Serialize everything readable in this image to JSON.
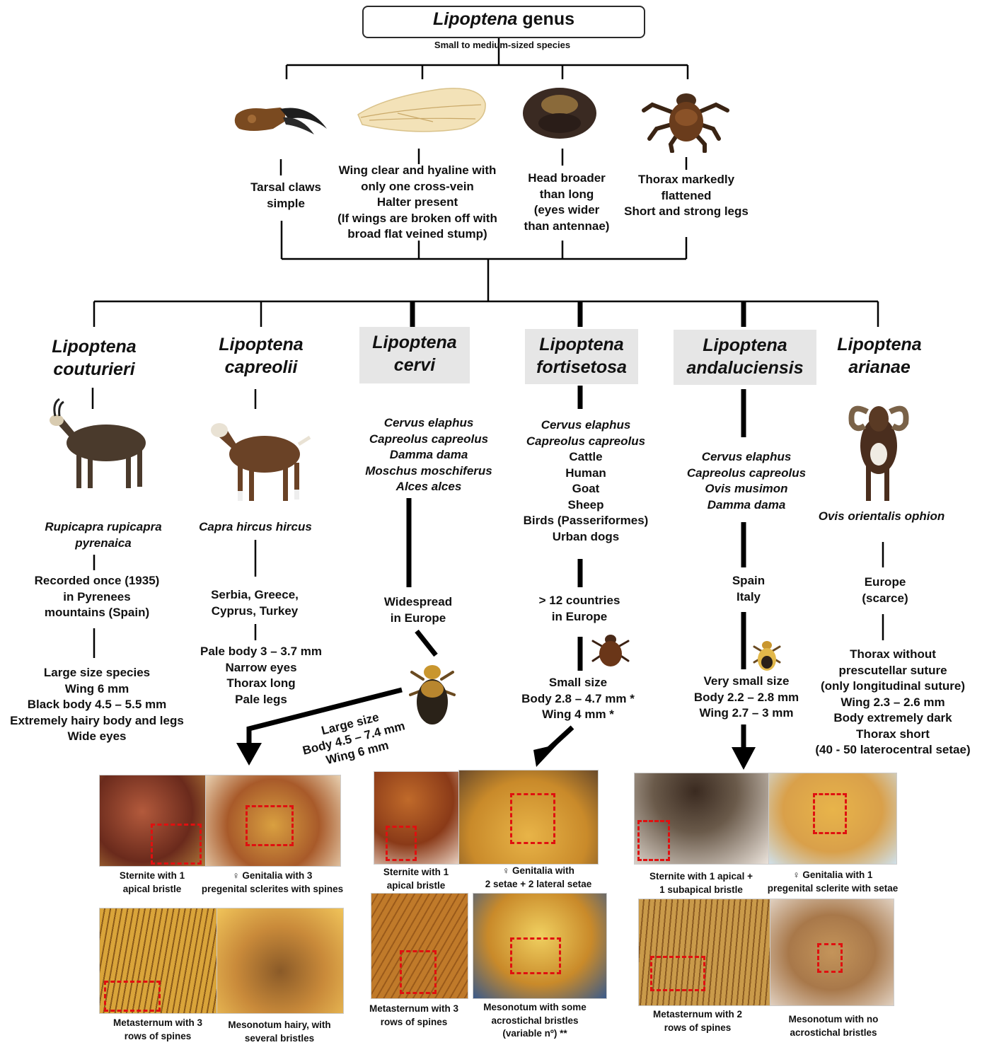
{
  "title": {
    "genus_italic": "Lipoptena",
    "genus_rest": " genus",
    "subtitle": "Small to medium-sized species"
  },
  "traits": [
    {
      "icon": "tarsal-claw-icon",
      "lines": [
        "Tarsal claws",
        "simple"
      ]
    },
    {
      "icon": "wing-icon",
      "lines": [
        "Wing  clear and hyaline with",
        "only one cross-vein",
        "Halter present",
        "(If wings are broken off with",
        "broad flat veined stump)"
      ]
    },
    {
      "icon": "head-icon",
      "lines": [
        "Head broader",
        "than long",
        "(eyes wider",
        "than antennae)"
      ]
    },
    {
      "icon": "thorax-icon",
      "lines": [
        "Thorax markedly",
        "flattened",
        "Short and strong legs"
      ]
    }
  ],
  "species": [
    {
      "name": [
        "Lipoptena",
        "couturieri"
      ],
      "highlight": false,
      "host_icon": "chamois-icon",
      "hosts": [
        "Rupicapra rupicapra",
        "pyrenaica"
      ],
      "distribution": [
        "Recorded once (1935)",
        "in Pyrenees",
        "mountains (Spain)"
      ],
      "traits": [
        "Large size species",
        "Wing 6 mm",
        "Black body  4.5 –  5.5 mm",
        "Extremely hairy body and legs",
        "Wide eyes"
      ]
    },
    {
      "name": [
        "Lipoptena",
        "capreolii"
      ],
      "highlight": false,
      "host_icon": "goat-icon",
      "hosts": [
        "Capra hircus hircus"
      ],
      "distribution": [
        "Serbia, Greece,",
        "Cyprus, Turkey"
      ],
      "traits": [
        "Pale body  3 – 3.7 mm",
        "Narrow eyes",
        "Thorax long",
        "Pale legs"
      ]
    },
    {
      "name": [
        "Lipoptena",
        "cervi"
      ],
      "highlight": true,
      "hosts": [
        "Cervus elaphus",
        "Capreolus capreolus",
        "Damma dama",
        "Moschus moschiferus",
        "Alces alces"
      ],
      "distribution": [
        "Widespread",
        "in Europe"
      ],
      "traits": [
        "Large size",
        "Body 4.5 – 7.4  mm",
        "Wing 6 mm"
      ]
    },
    {
      "name": [
        "Lipoptena",
        "fortisetosa"
      ],
      "highlight": true,
      "hosts_italic": [
        "Cervus elaphus",
        "Capreolus capreolus"
      ],
      "hosts_plain": [
        "Cattle",
        "Human",
        "Goat",
        "Sheep",
        "Birds (Passeriformes)",
        "Urban dogs"
      ],
      "distribution": [
        "> 12 countries",
        "in Europe"
      ],
      "traits": [
        "Small size",
        "Body 2.8 – 4.7 mm *",
        "Wing 4 mm *"
      ]
    },
    {
      "name": [
        "Lipoptena",
        "andaluciensis"
      ],
      "highlight": true,
      "hosts": [
        "Cervus elaphus",
        "Capreolus capreolus",
        "Ovis musimon",
        "Damma dama"
      ],
      "distribution": [
        "Spain",
        "Italy"
      ],
      "traits": [
        "Very small size",
        "Body 2.2 –  2.8 mm",
        "Wing 2.7 – 3 mm"
      ]
    },
    {
      "name": [
        "Lipoptena",
        "arianae"
      ],
      "highlight": false,
      "host_icon": "mouflon-icon",
      "hosts": [
        "Ovis orientalis ophion"
      ],
      "distribution": [
        "Europe",
        "(scarce)"
      ],
      "traits": [
        "Thorax without",
        "prescutellar suture",
        "(only longitudinal suture)",
        "Wing 2.3 – 2.6 mm",
        "Body extremely dark",
        "Thorax short",
        "(40 - 50 laterocentral setae)"
      ]
    }
  ],
  "panels": {
    "cervi": [
      {
        "caption": [
          "Sternite with 1",
          "apical bristle"
        ],
        "color": "#8a4a30"
      },
      {
        "caption": [
          "♀ Genitalia with 3",
          "pregenital sclerites with spines"
        ],
        "color": "#c9893a"
      },
      {
        "caption": [
          "Metasternum with 3",
          "rows of spines"
        ],
        "color": "#c9922e"
      },
      {
        "caption": [
          "Mesonotum hairy, with",
          "several bristles"
        ],
        "color": "#b3782a"
      }
    ],
    "fortisetosa": [
      {
        "caption": [
          "Sternite with 1",
          "apical bristle"
        ],
        "color": "#b0602a"
      },
      {
        "caption": [
          "♀ Genitalia with",
          "2 setae + 2 lateral setae"
        ],
        "color": "#d9a13a"
      },
      {
        "caption": [
          "Metasternum with 3",
          "rows of spines"
        ],
        "color": "#b56c22"
      },
      {
        "caption": [
          "Mesonotum with  some",
          "acrostichal bristles",
          "(variable nº) **"
        ],
        "color": "#d2a334"
      }
    ],
    "andaluciensis": [
      {
        "caption": [
          "Sternite with 1 apical +",
          "1 subapical bristle"
        ],
        "color": "#c6b8a8"
      },
      {
        "caption": [
          "♀ Genitalia with 1",
          "pregenital sclerite with setae"
        ],
        "color": "#e0ad4a"
      },
      {
        "caption": [
          "Metasternum with 2",
          "rows of spines"
        ],
        "color": "#b87e2a"
      },
      {
        "caption": [
          "Mesonotum with no",
          "acrostichal bristles"
        ],
        "color": "#c49a5a"
      }
    ]
  },
  "colors": {
    "highlight": "#e6e6e6",
    "dash": "#e01010",
    "line": "#000000"
  }
}
